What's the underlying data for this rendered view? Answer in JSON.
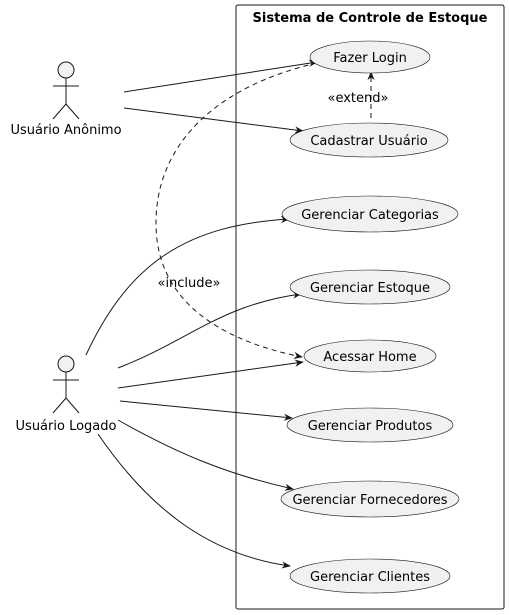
{
  "system": {
    "title": "Sistema de Controle de Estoque"
  },
  "actors": {
    "anon": {
      "label": "Usuário Anônimo"
    },
    "logged": {
      "label": "Usuário Logado"
    }
  },
  "use_cases": {
    "login": "Fazer Login",
    "cadastrar": "Cadastrar Usuário",
    "categorias": "Gerenciar Categorias",
    "estoque": "Gerenciar Estoque",
    "home": "Acessar Home",
    "produtos": "Gerenciar Produtos",
    "fornecedores": "Gerenciar Fornecedores",
    "clientes": "Gerenciar Clientes"
  },
  "relations": {
    "extend_label": "«extend»",
    "include_label": "«include»"
  },
  "colors": {
    "stroke": "#181818",
    "fill": "#f1f1f1",
    "background": "#ffffff"
  }
}
